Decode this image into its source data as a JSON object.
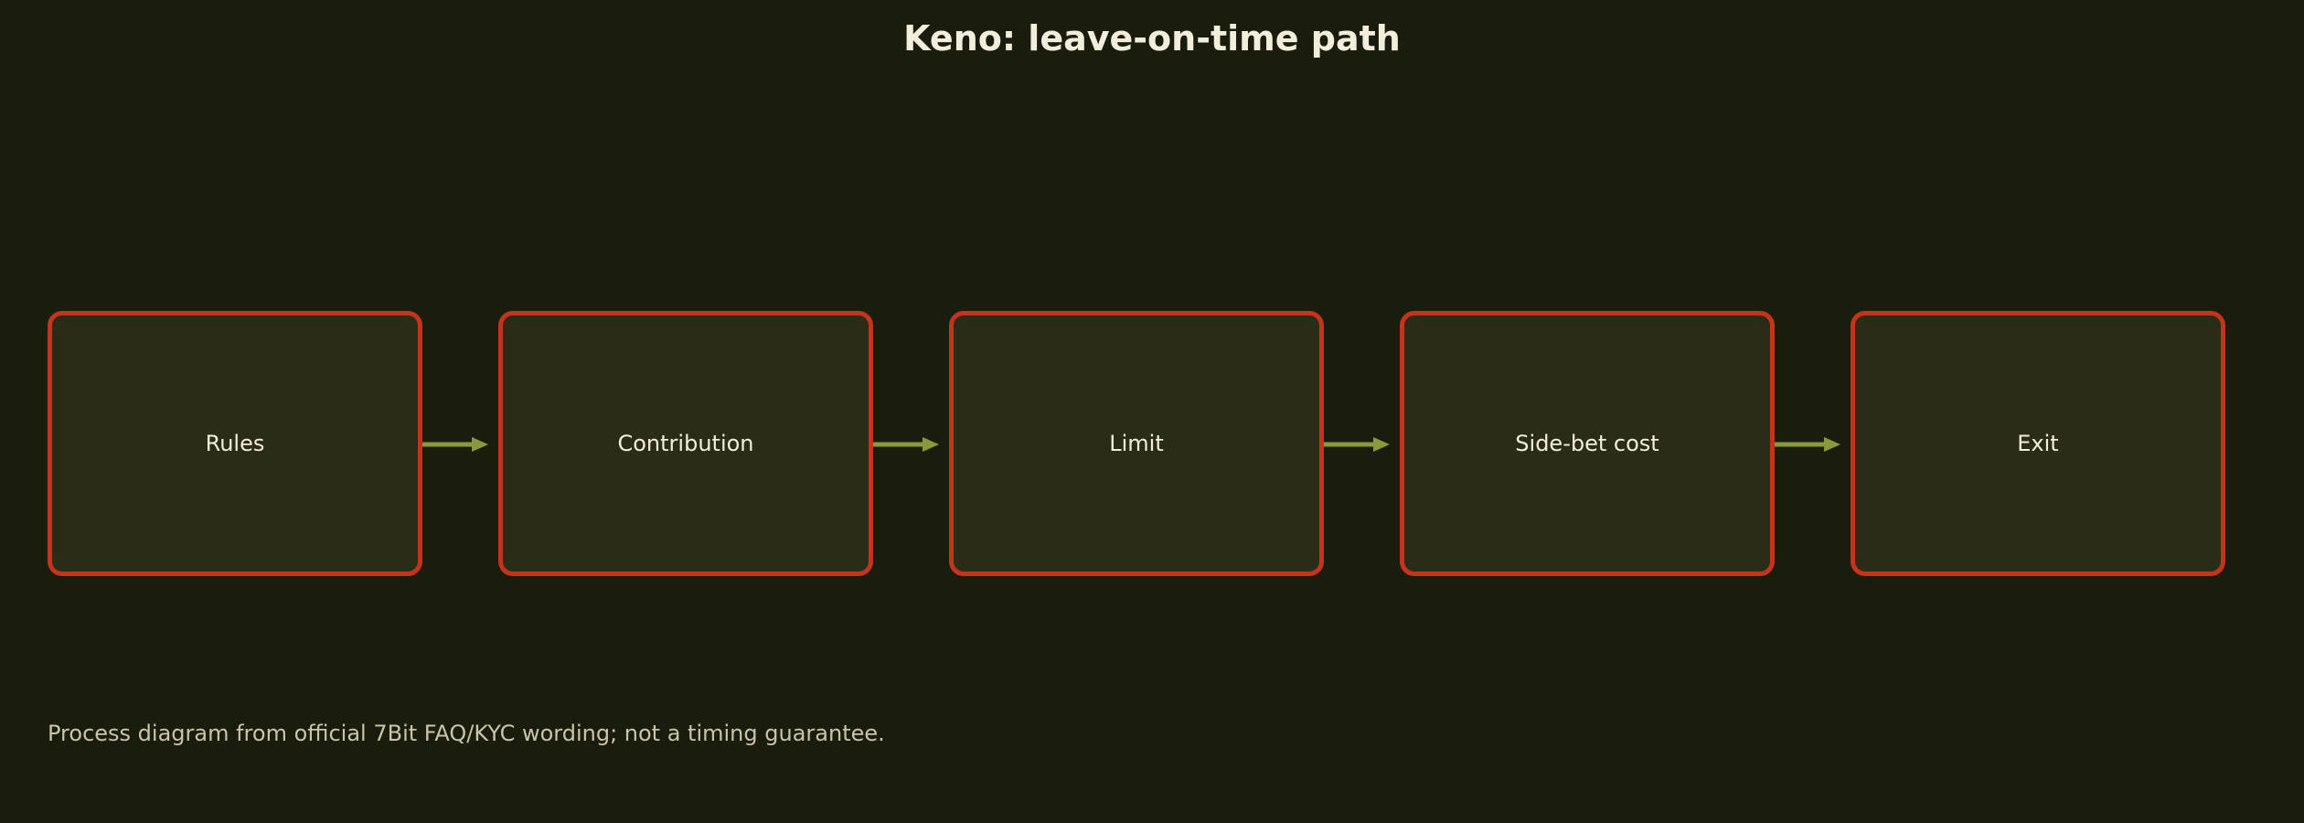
{
  "title": "Keno: leave-on-time path",
  "steps": [
    {
      "label": "Rules"
    },
    {
      "label": "Contribution"
    },
    {
      "label": "Limit"
    },
    {
      "label": "Side-bet cost"
    },
    {
      "label": "Exit"
    }
  ],
  "footnote": "Process diagram from official 7Bit FAQ/KYC wording; not a timing guarantee.",
  "colors": {
    "background": "#1a1c0d",
    "box_fill": "#2a2c18",
    "box_border": "#c4341a",
    "arrow": "#8a9a3a",
    "text": "#f3eedc",
    "footnote_text": "#c9c4aa"
  }
}
